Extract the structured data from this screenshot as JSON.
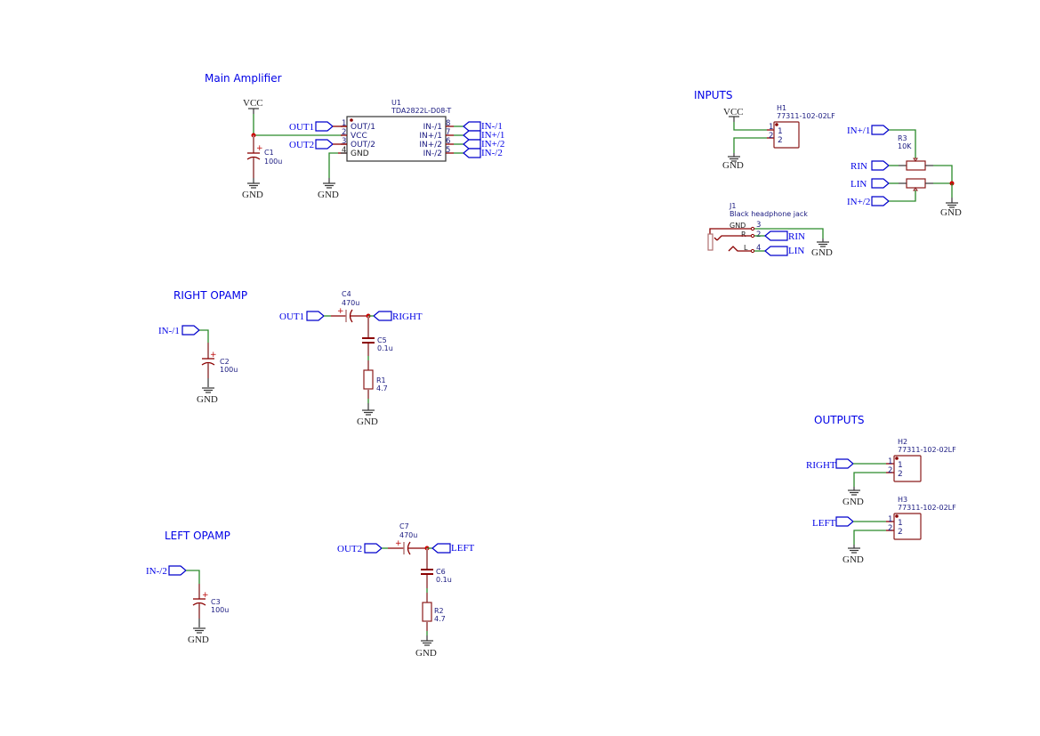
{
  "sections": {
    "main_amplifier": "Main Amplifier",
    "inputs": "INPUTS",
    "right_opamp": "RIGHT OPAMP",
    "left_opamp": "LEFT OPAMP",
    "outputs": "OUTPUTS"
  },
  "power": {
    "vcc": "VCC",
    "gnd": "GND"
  },
  "u1": {
    "ref": "U1",
    "value": "TDA2822L-D08-T",
    "pins": [
      {
        "num": "1",
        "name": "OUT/1"
      },
      {
        "num": "2",
        "name": "VCC"
      },
      {
        "num": "3",
        "name": "OUT/2"
      },
      {
        "num": "4",
        "name": "GND"
      },
      {
        "num": "8",
        "name": "IN-/1"
      },
      {
        "num": "7",
        "name": "IN+/1"
      },
      {
        "num": "6",
        "name": "IN+/2"
      },
      {
        "num": "5",
        "name": "IN-/2"
      }
    ]
  },
  "c1": {
    "ref": "C1",
    "value": "100u"
  },
  "c2": {
    "ref": "C2",
    "value": "100u"
  },
  "c3": {
    "ref": "C3",
    "value": "100u"
  },
  "c4": {
    "ref": "C4",
    "value": "470u"
  },
  "c5": {
    "ref": "C5",
    "value": "0.1u"
  },
  "c6": {
    "ref": "C6",
    "value": "0.1u"
  },
  "c7": {
    "ref": "C7",
    "value": "470u"
  },
  "r1": {
    "ref": "R1",
    "value": "4.7"
  },
  "r2": {
    "ref": "R2",
    "value": "4.7"
  },
  "r3": {
    "ref": "R3",
    "value": "10K"
  },
  "h1": {
    "ref": "H1",
    "value": "77311-102-02LF",
    "pins": [
      "1",
      "2"
    ]
  },
  "h2": {
    "ref": "H2",
    "value": "77311-102-02LF",
    "pins": [
      "1",
      "2"
    ]
  },
  "h3": {
    "ref": "H3",
    "value": "77311-102-02LF",
    "pins": [
      "1",
      "2"
    ]
  },
  "j1": {
    "ref": "J1",
    "value": "Black headphone jack",
    "pins": [
      {
        "num": "3",
        "name": "GND"
      },
      {
        "num": "2",
        "name": "R"
      },
      {
        "num": "4",
        "name": "L"
      }
    ]
  },
  "nets": {
    "out1": "OUT1",
    "out2": "OUT2",
    "in_minus_1": "IN-/1",
    "in_plus_1": "IN+/1",
    "in_plus_2": "IN+/2",
    "in_minus_2": "IN-/2",
    "rin": "RIN",
    "lin": "LIN",
    "right": "RIGHT",
    "left": "LEFT"
  }
}
